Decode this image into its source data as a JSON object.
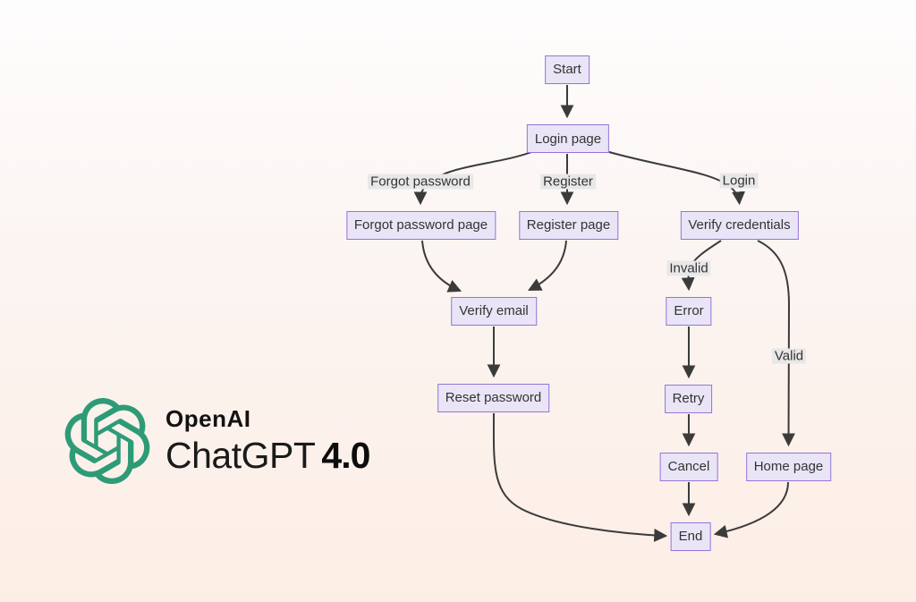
{
  "background": {
    "top": "#fefdfd",
    "bottom": "#fdeee5"
  },
  "diagram": {
    "type": "flowchart",
    "direction": "top-down",
    "colors": {
      "node_fill": "#e9e5f7",
      "node_border": "#9673d9",
      "node_text": "#333333",
      "edge": "#3b3b3b",
      "edge_label_bg": "#e8e8e8"
    },
    "nodes": {
      "start": "Start",
      "login_page": "Login page",
      "forgot_password_page": "Forgot password page",
      "register_page": "Register page",
      "verify_credentials": "Verify credentials",
      "verify_email": "Verify email",
      "error": "Error",
      "reset_password": "Reset password",
      "retry": "Retry",
      "cancel": "Cancel",
      "home_page": "Home page",
      "end": "End"
    },
    "edge_labels": {
      "forgot_password": "Forgot password",
      "register": "Register",
      "login": "Login",
      "invalid": "Invalid",
      "valid": "Valid"
    },
    "edges": [
      {
        "from": "Start",
        "to": "Login page",
        "label": ""
      },
      {
        "from": "Login page",
        "to": "Forgot password page",
        "label": "Forgot password"
      },
      {
        "from": "Login page",
        "to": "Register page",
        "label": "Register"
      },
      {
        "from": "Login page",
        "to": "Verify credentials",
        "label": "Login"
      },
      {
        "from": "Forgot password page",
        "to": "Verify email",
        "label": ""
      },
      {
        "from": "Register page",
        "to": "Verify email",
        "label": ""
      },
      {
        "from": "Verify email",
        "to": "Reset password",
        "label": ""
      },
      {
        "from": "Verify credentials",
        "to": "Error",
        "label": "Invalid"
      },
      {
        "from": "Verify credentials",
        "to": "Home page",
        "label": "Valid"
      },
      {
        "from": "Error",
        "to": "Retry",
        "label": ""
      },
      {
        "from": "Retry",
        "to": "Cancel",
        "label": ""
      },
      {
        "from": "Cancel",
        "to": "End",
        "label": ""
      },
      {
        "from": "Reset password",
        "to": "End",
        "label": ""
      },
      {
        "from": "Home page",
        "to": "End",
        "label": ""
      }
    ]
  },
  "branding": {
    "company": "OpenAI",
    "product": "ChatGPT",
    "version": "4.0",
    "logo_icon": "openai-flower-icon",
    "logo_color": "#2e9b77"
  }
}
